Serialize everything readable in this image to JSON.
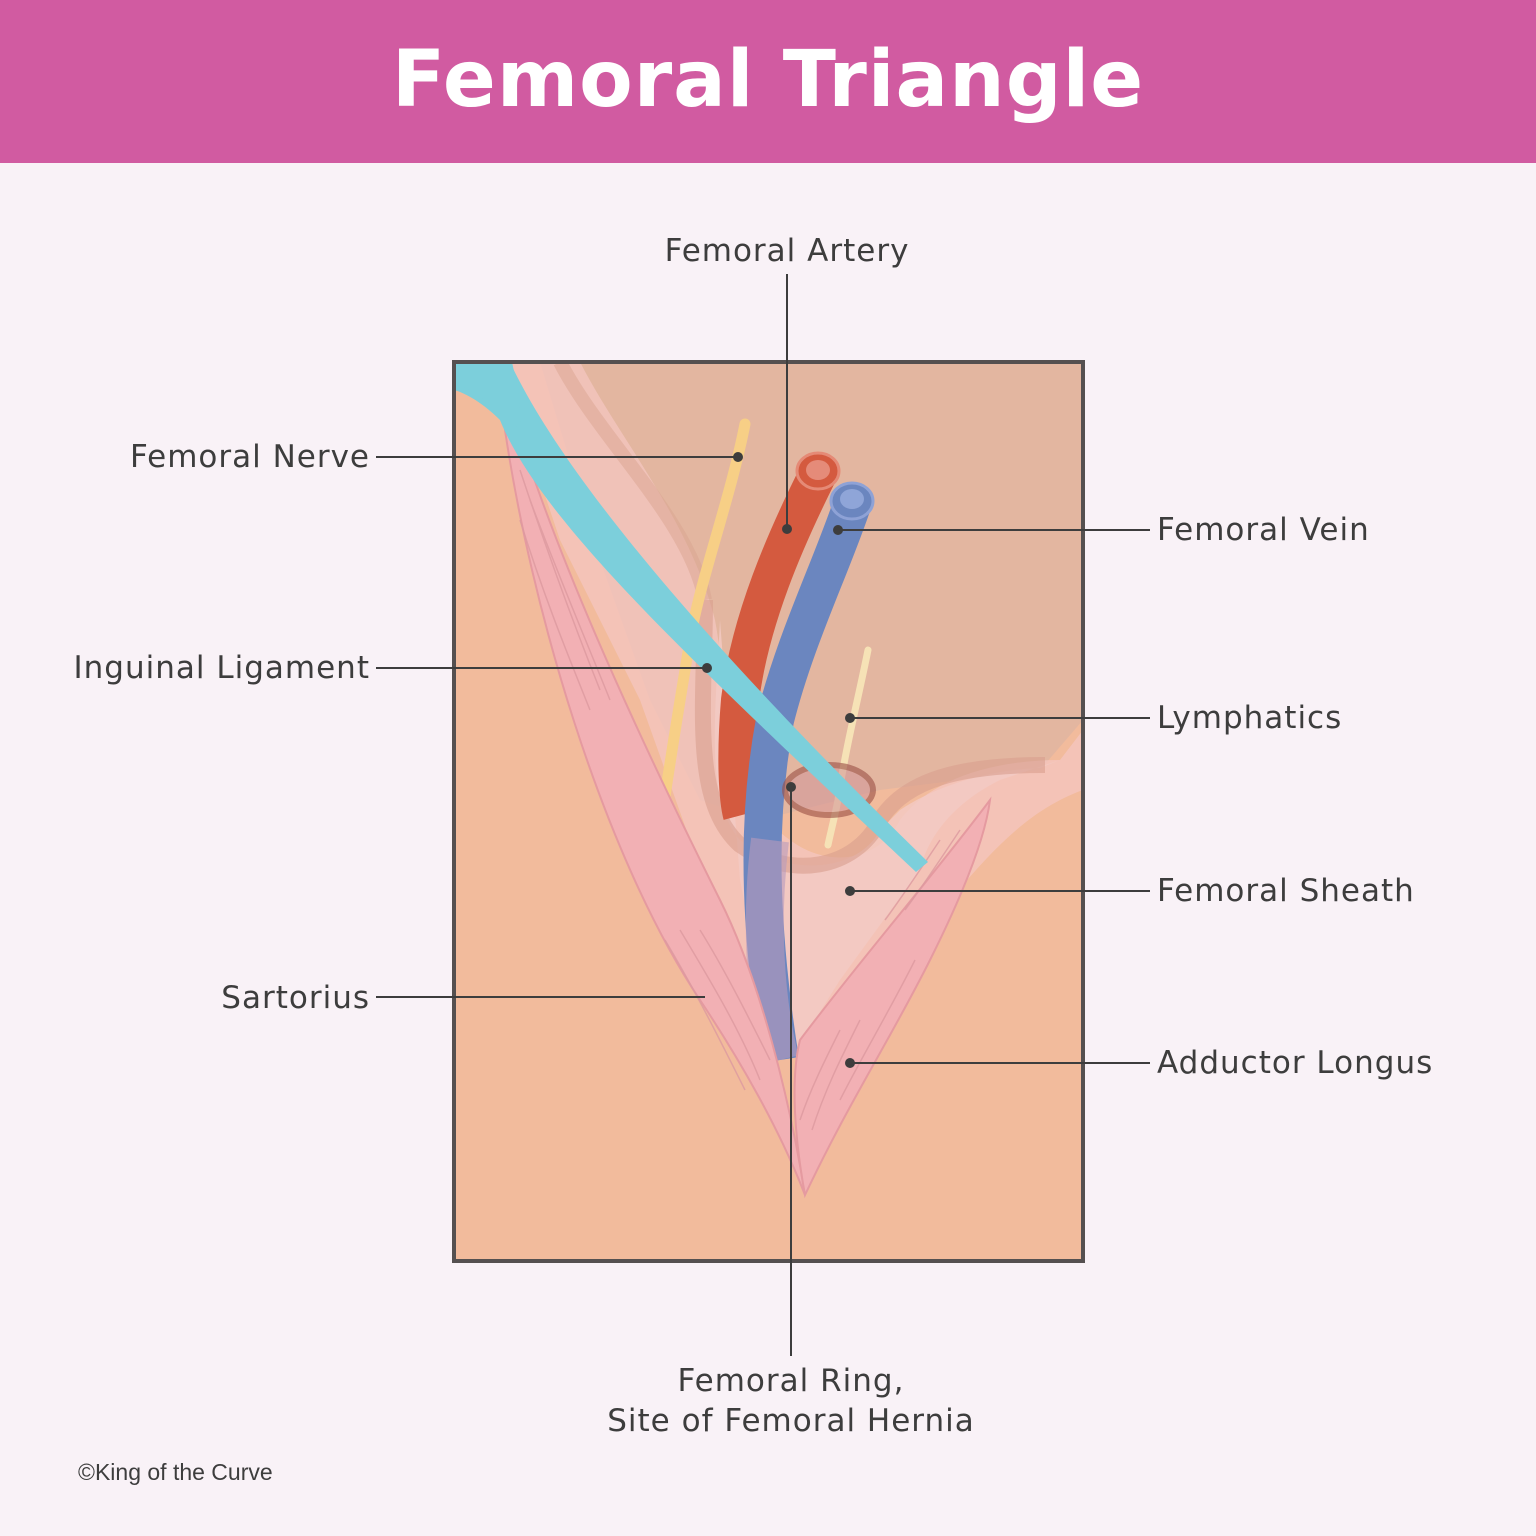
{
  "title": "Femoral Triangle",
  "labels": {
    "femoral_artery": "Femoral Artery",
    "femoral_nerve": "Femoral Nerve",
    "femoral_vein": "Femoral Vein",
    "inguinal_ligament": "Inguinal Ligament",
    "lymphatics": "Lymphatics",
    "femoral_sheath": "Femoral Sheath",
    "sartorius": "Sartorius",
    "adductor_longus": "Adductor Longus",
    "femoral_ring_line1": "Femoral Ring,",
    "femoral_ring_line2": "Site of Femoral Hernia"
  },
  "copyright": "©King of the Curve",
  "colors": {
    "header": "#d15ba1",
    "background": "#f9f2f7",
    "skin": "#f2bb9c",
    "deep_tissue": "#e3b6a0",
    "muscle": "#f2b0b4",
    "artery": "#d45a3f",
    "vein": "#6b86bf",
    "ligament": "#7ccfdb",
    "nerve": "#f7cf86",
    "lymphatic": "#f6e2b6",
    "leader_line": "#3d3d3d"
  }
}
